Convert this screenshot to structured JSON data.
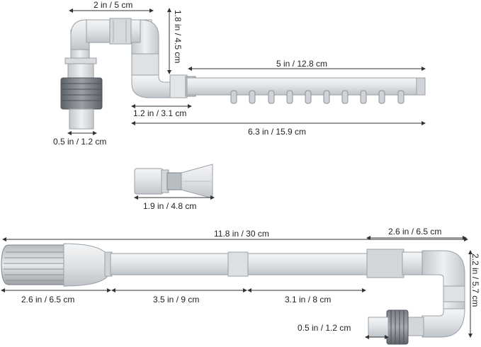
{
  "outlet": {
    "width_label": "2 in / 5 cm",
    "height_label": "1.8 in / 4.5 cm",
    "spray_bar_label": "5 in / 12.8 cm",
    "elbow_offset_label": "1.2 in / 3.1 cm",
    "total_length_label": "6.3 in / 15.9 cm",
    "connector_label": "0.5 in / 1.2 cm"
  },
  "nozzle": {
    "length_label": "1.9 in / 4.8 cm"
  },
  "intake": {
    "total_label": "11.8 in / 30 cm",
    "elbow_width_label": "2.6 in / 6.5 cm",
    "elbow_height_label": "2.2 in / 5.7 cm",
    "strainer_label": "2.6 in / 6.5 cm",
    "tube1_label": "3.5 in / 9 cm",
    "tube2_label": "3.1 in / 8 cm",
    "connector_label": "0.5 in / 1.2 cm"
  },
  "colors": {
    "plastic_light": "#eceef0",
    "plastic_mid": "#c9cdd1",
    "plastic_dark": "#8d9399",
    "ring_dark": "#5f666c",
    "dimension_line": "#333333"
  }
}
